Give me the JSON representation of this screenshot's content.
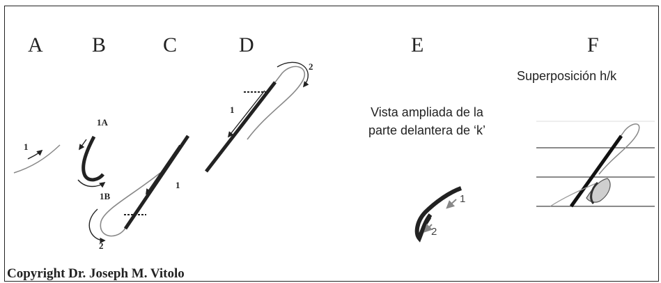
{
  "panels": {
    "A": "A",
    "B": "B",
    "C": "C",
    "D": "D",
    "E": "E",
    "F": "F"
  },
  "captions": {
    "e_line1": "Vista ampliada de la",
    "e_line2": "parte delantera de ‘k’",
    "f_title": "Superposición h/k"
  },
  "step_labels": {
    "a_1": "1",
    "b_1a": "1A",
    "b_1b": "1B",
    "c_1": "1",
    "c_2": "2",
    "d_1": "1",
    "d_2": "2",
    "e_1": "1",
    "e_2": "2"
  },
  "copyright": "Copyright Dr. Joseph M. Vitolo"
}
